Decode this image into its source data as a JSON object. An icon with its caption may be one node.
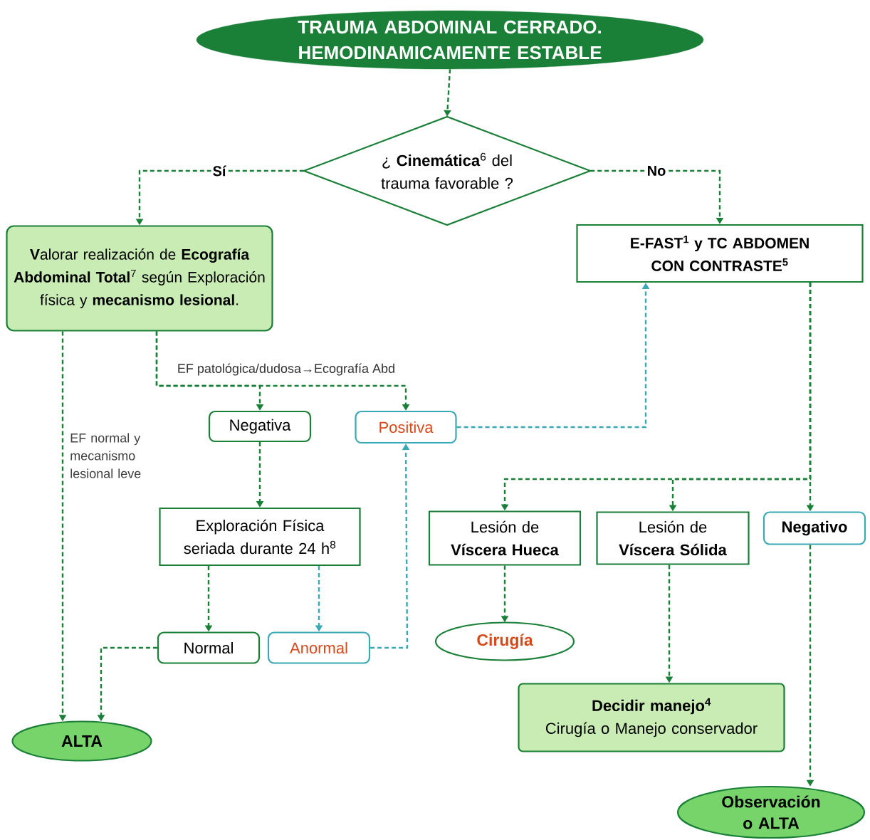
{
  "diagram": {
    "nodes": [
      {
        "text": [
          "TRAUMA ABDOMINAL CERRADO. HEMODINAMICAMENTE ESTABLE"
        ]
      },
      {
        "text": [
          "¿ **Cinemática**$^{6}$ del trauma favorable ?"
        ]
      },
      {
        "text": [
          "**V**alorar realización de **Ecografía Abdominal Total**$^{7}$ según Exploración física y **mecanismo lesional**."
        ]
      },
      {
        "text": [
          "E-FAST$^{1}$ y TC ABDOMEN CON CONTRASTE$^{5}$"
        ]
      },
      {
        "text": [
          "Negativa"
        ]
      },
      {
        "text": [
          "Positiva"
        ]
      },
      {
        "text": [
          "Exploración Física seriada durante 24 h$^{8}$"
        ]
      },
      {
        "text": [
          "Normal"
        ]
      },
      {
        "text": [
          "Anormal"
        ]
      },
      {
        "text": [
          "ALTA"
        ]
      },
      {
        "text": [
          "Lesión de **Víscera Hueca**"
        ]
      },
      {
        "text": [
          "Lesión de **Víscera Sólida**"
        ]
      },
      {
        "text": [
          "Negativo"
        ]
      },
      {
        "text": [
          "Cirugía"
        ]
      },
      {
        "text": [
          "Decidir manejo$^{4}$",
          "Cirugía o Manejo conservador"
        ]
      },
      {
        "text": [
          "Observación o ALTA"
        ]
      }
    ],
    "edges": [
      {
        "from": 0,
        "to": 1,
        "arrow": "to"
      },
      {
        "from": 1,
        "to": 2,
        "arrow": "to",
        "label": "Sí"
      },
      {
        "from": 1,
        "to": 3,
        "arrow": "to",
        "label": "No"
      },
      {
        "from": 2,
        "to": 9,
        "arrow": "to",
        "label": "EF normal y mecanismo lesional leve"
      },
      {
        "from": 2,
        "to": 4,
        "arrow": "to",
        "label": "EF patológica/dudosa→Ecografía Abd"
      },
      {
        "from": 2,
        "to": 5,
        "arrow": "to"
      },
      {
        "from": 4,
        "to": 6,
        "arrow": "to"
      },
      {
        "from": 6,
        "to": 7,
        "arrow": "to"
      },
      {
        "from": 6,
        "to": 8,
        "arrow": "to",
        "color": "#3aa9b5"
      },
      {
        "from": 7,
        "to": 9,
        "arrow": "to"
      },
      {
        "from": 8,
        "to": 5,
        "arrow": "to",
        "color": "#3aa9b5"
      },
      {
        "from": 5,
        "to": 3,
        "arrow": "to",
        "color": "#3aa9b5"
      },
      {
        "from": 3,
        "to": 10,
        "arrow": "to"
      },
      {
        "from": 3,
        "to": 11,
        "arrow": "to"
      },
      {
        "from": 3,
        "to": 12,
        "arrow": "to"
      },
      {
        "from": 10,
        "to": 13,
        "arrow": "to"
      },
      {
        "from": 11,
        "to": 14,
        "arrow": "to"
      },
      {
        "from": 12,
        "to": 15,
        "arrow": "to"
      }
    ]
  }
}
